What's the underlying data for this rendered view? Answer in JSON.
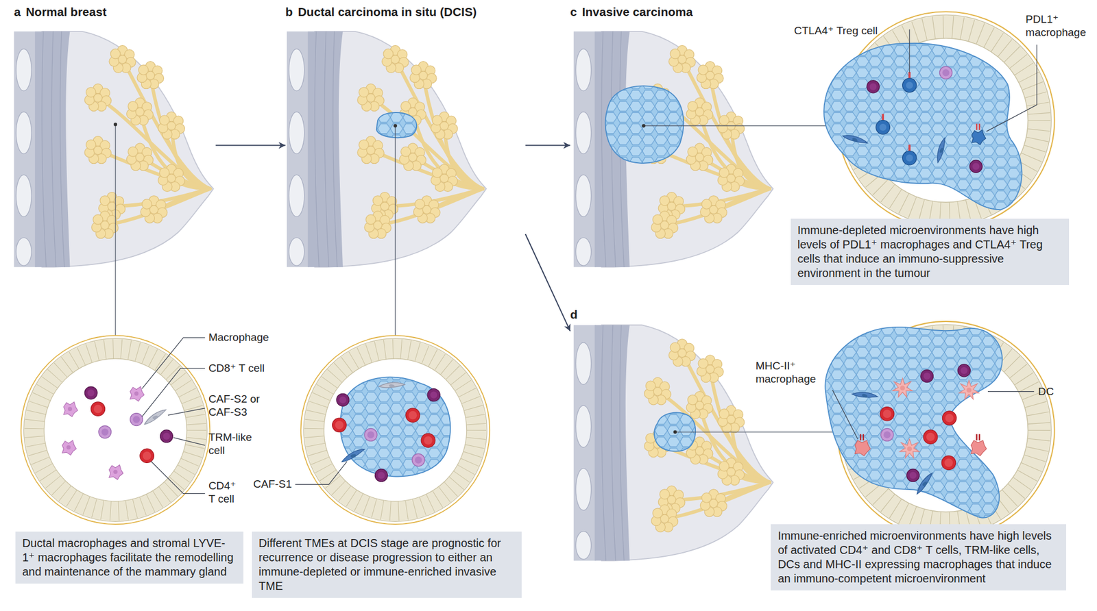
{
  "diagram": {
    "nodes": [
      {
        "text": [
          "a",
          "Normal breast"
        ]
      },
      {
        "text": [
          "b",
          "Ductal carcinoma in situ (DCIS)"
        ]
      },
      {
        "text": [
          "c",
          "Invasive carcinoma"
        ]
      },
      {
        "text": [
          "Immune-depleted microenvironments have high levels of PDL1⁺ macrophages and CTLA4⁺ Treg cells that induce an immuno-suppressive environment in the tumour"
        ]
      },
      {
        "text": [
          "d"
        ]
      },
      {
        "text": [
          "Ductal macrophages and stromal LYVE-1⁺ macrophages facilitate the remodelling and maintenance of the mammary gland"
        ]
      },
      {
        "text": [
          "Different TMEs at DCIS stage are prognostic for recurrence or disease progression to either an immune-depleted or immune-enriched invasive TME"
        ]
      },
      {
        "text": [
          "Immune-enriched microenvironments have high levels of activated CD4⁺ and CD8⁺ T cells, TRM-like cells, DCs and MHC-II expressing macrophages that induce an immuno-competent microenvironment"
        ]
      }
    ],
    "edges": [
      {
        "from": 0,
        "to": 1,
        "arrow": "to"
      },
      {
        "from": 1,
        "to": 2,
        "arrow": "to"
      },
      {
        "from": 1,
        "to": 4,
        "arrow": "to"
      }
    ],
    "labels": [
      "Macrophage",
      "CD8⁺ T cell",
      "CAF-S2 or CAF-S3",
      "TRM-like cell",
      "CD4⁺ T cell",
      "CAF-S1",
      "CTLA4⁺ Treg cell",
      "PDL1⁺ macrophage",
      "MHC-II⁺ macrophage",
      "DC"
    ]
  }
}
